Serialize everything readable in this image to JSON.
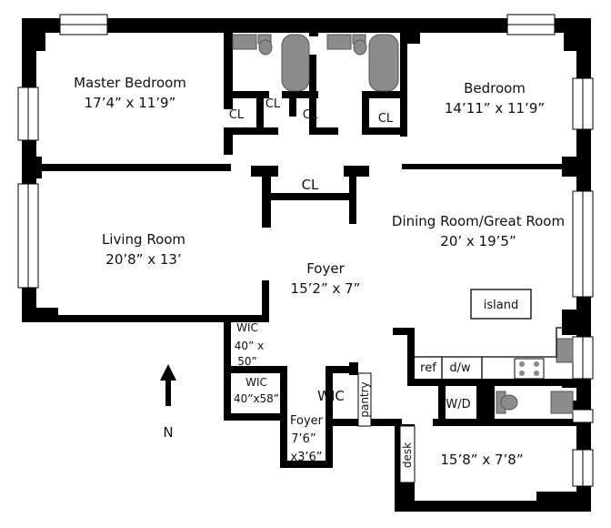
{
  "rooms": {
    "master_bedroom": {
      "name": "Master Bedroom",
      "dims": "17’4” x 11’9”"
    },
    "bedroom": {
      "name": "Bedroom",
      "dims": "14’11” x 11’9”"
    },
    "living_room": {
      "name": "Living Room",
      "dims": "20’8” x 13’"
    },
    "dining_room": {
      "name": "Dining Room/Great Room",
      "dims": "20’ x 19’5”"
    },
    "foyer_main": {
      "name": "Foyer",
      "dims": "15’2” x 7”"
    },
    "foyer_small": {
      "name": "Foyer",
      "dims_1": "7’6”",
      "dims_2": "x3’6”"
    },
    "wic_1": {
      "name": "WIC",
      "dims_1": "40” x",
      "dims_2": "50”"
    },
    "wic_2": {
      "name": "WIC",
      "dims": "40”x58”"
    },
    "wic_3": {
      "name": "WIC"
    },
    "back_room": {
      "dims": "15’8” x 7’8”"
    }
  },
  "closets": [
    "CL",
    "CL",
    "CL",
    "CL",
    "CL"
  ],
  "fixtures": {
    "island": "island",
    "ref": "ref",
    "dw": "d/w",
    "wd": "W/D",
    "pantry": "pantry",
    "desk": "desk"
  },
  "compass": {
    "label": "N"
  }
}
